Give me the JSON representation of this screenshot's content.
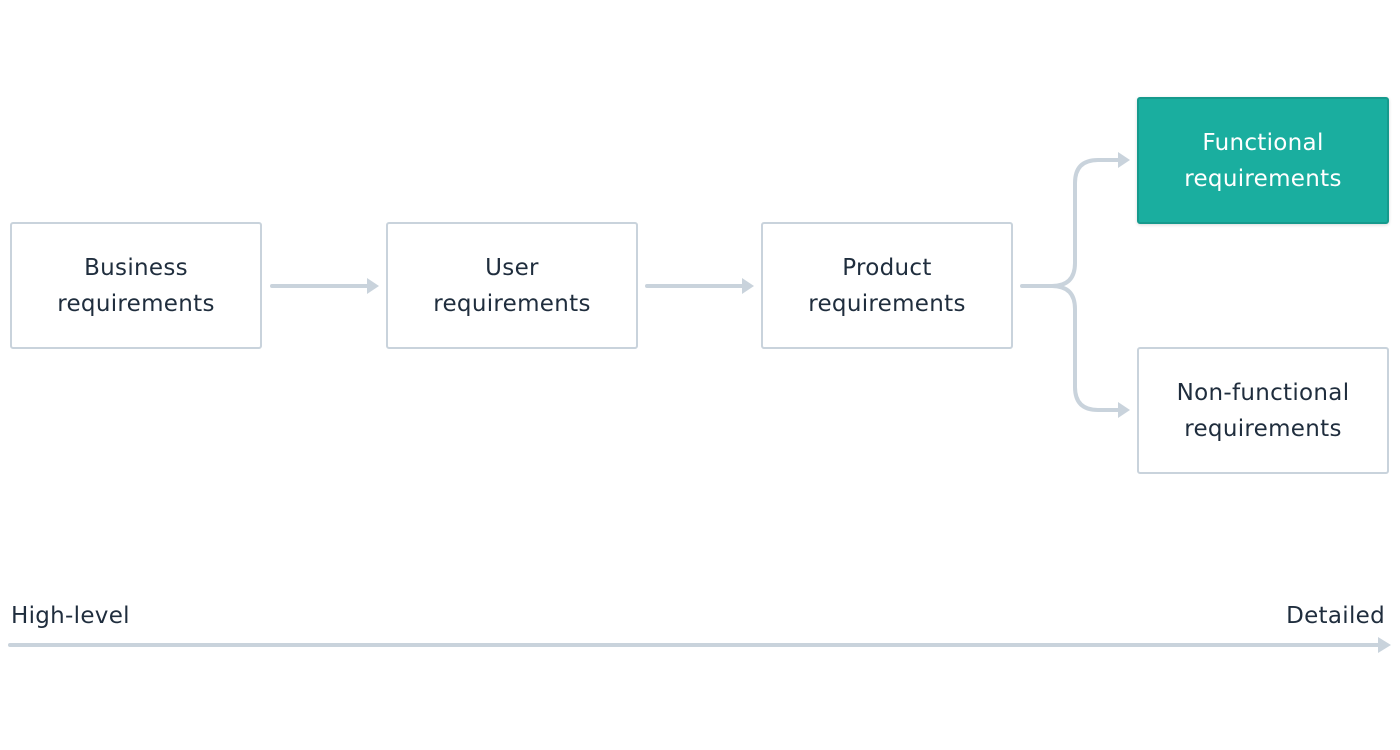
{
  "colors": {
    "connector": "#c9d3dc",
    "box_border": "#c9d3dc",
    "highlight_fill": "#1aae9f",
    "text": "#1f2d3d",
    "highlight_text": "#ffffff"
  },
  "nodes": {
    "business": {
      "line1": "Business",
      "line2": "requirements"
    },
    "user": {
      "line1": "User",
      "line2": "requirements"
    },
    "product": {
      "line1": "Product",
      "line2": "requirements"
    },
    "functional": {
      "line1": "Functional",
      "line2": "requirements",
      "highlighted": true
    },
    "nonfunctional": {
      "line1": "Non-functional",
      "line2": "requirements",
      "highlighted": false
    }
  },
  "axis": {
    "left_label": "High-level",
    "right_label": "Detailed"
  }
}
